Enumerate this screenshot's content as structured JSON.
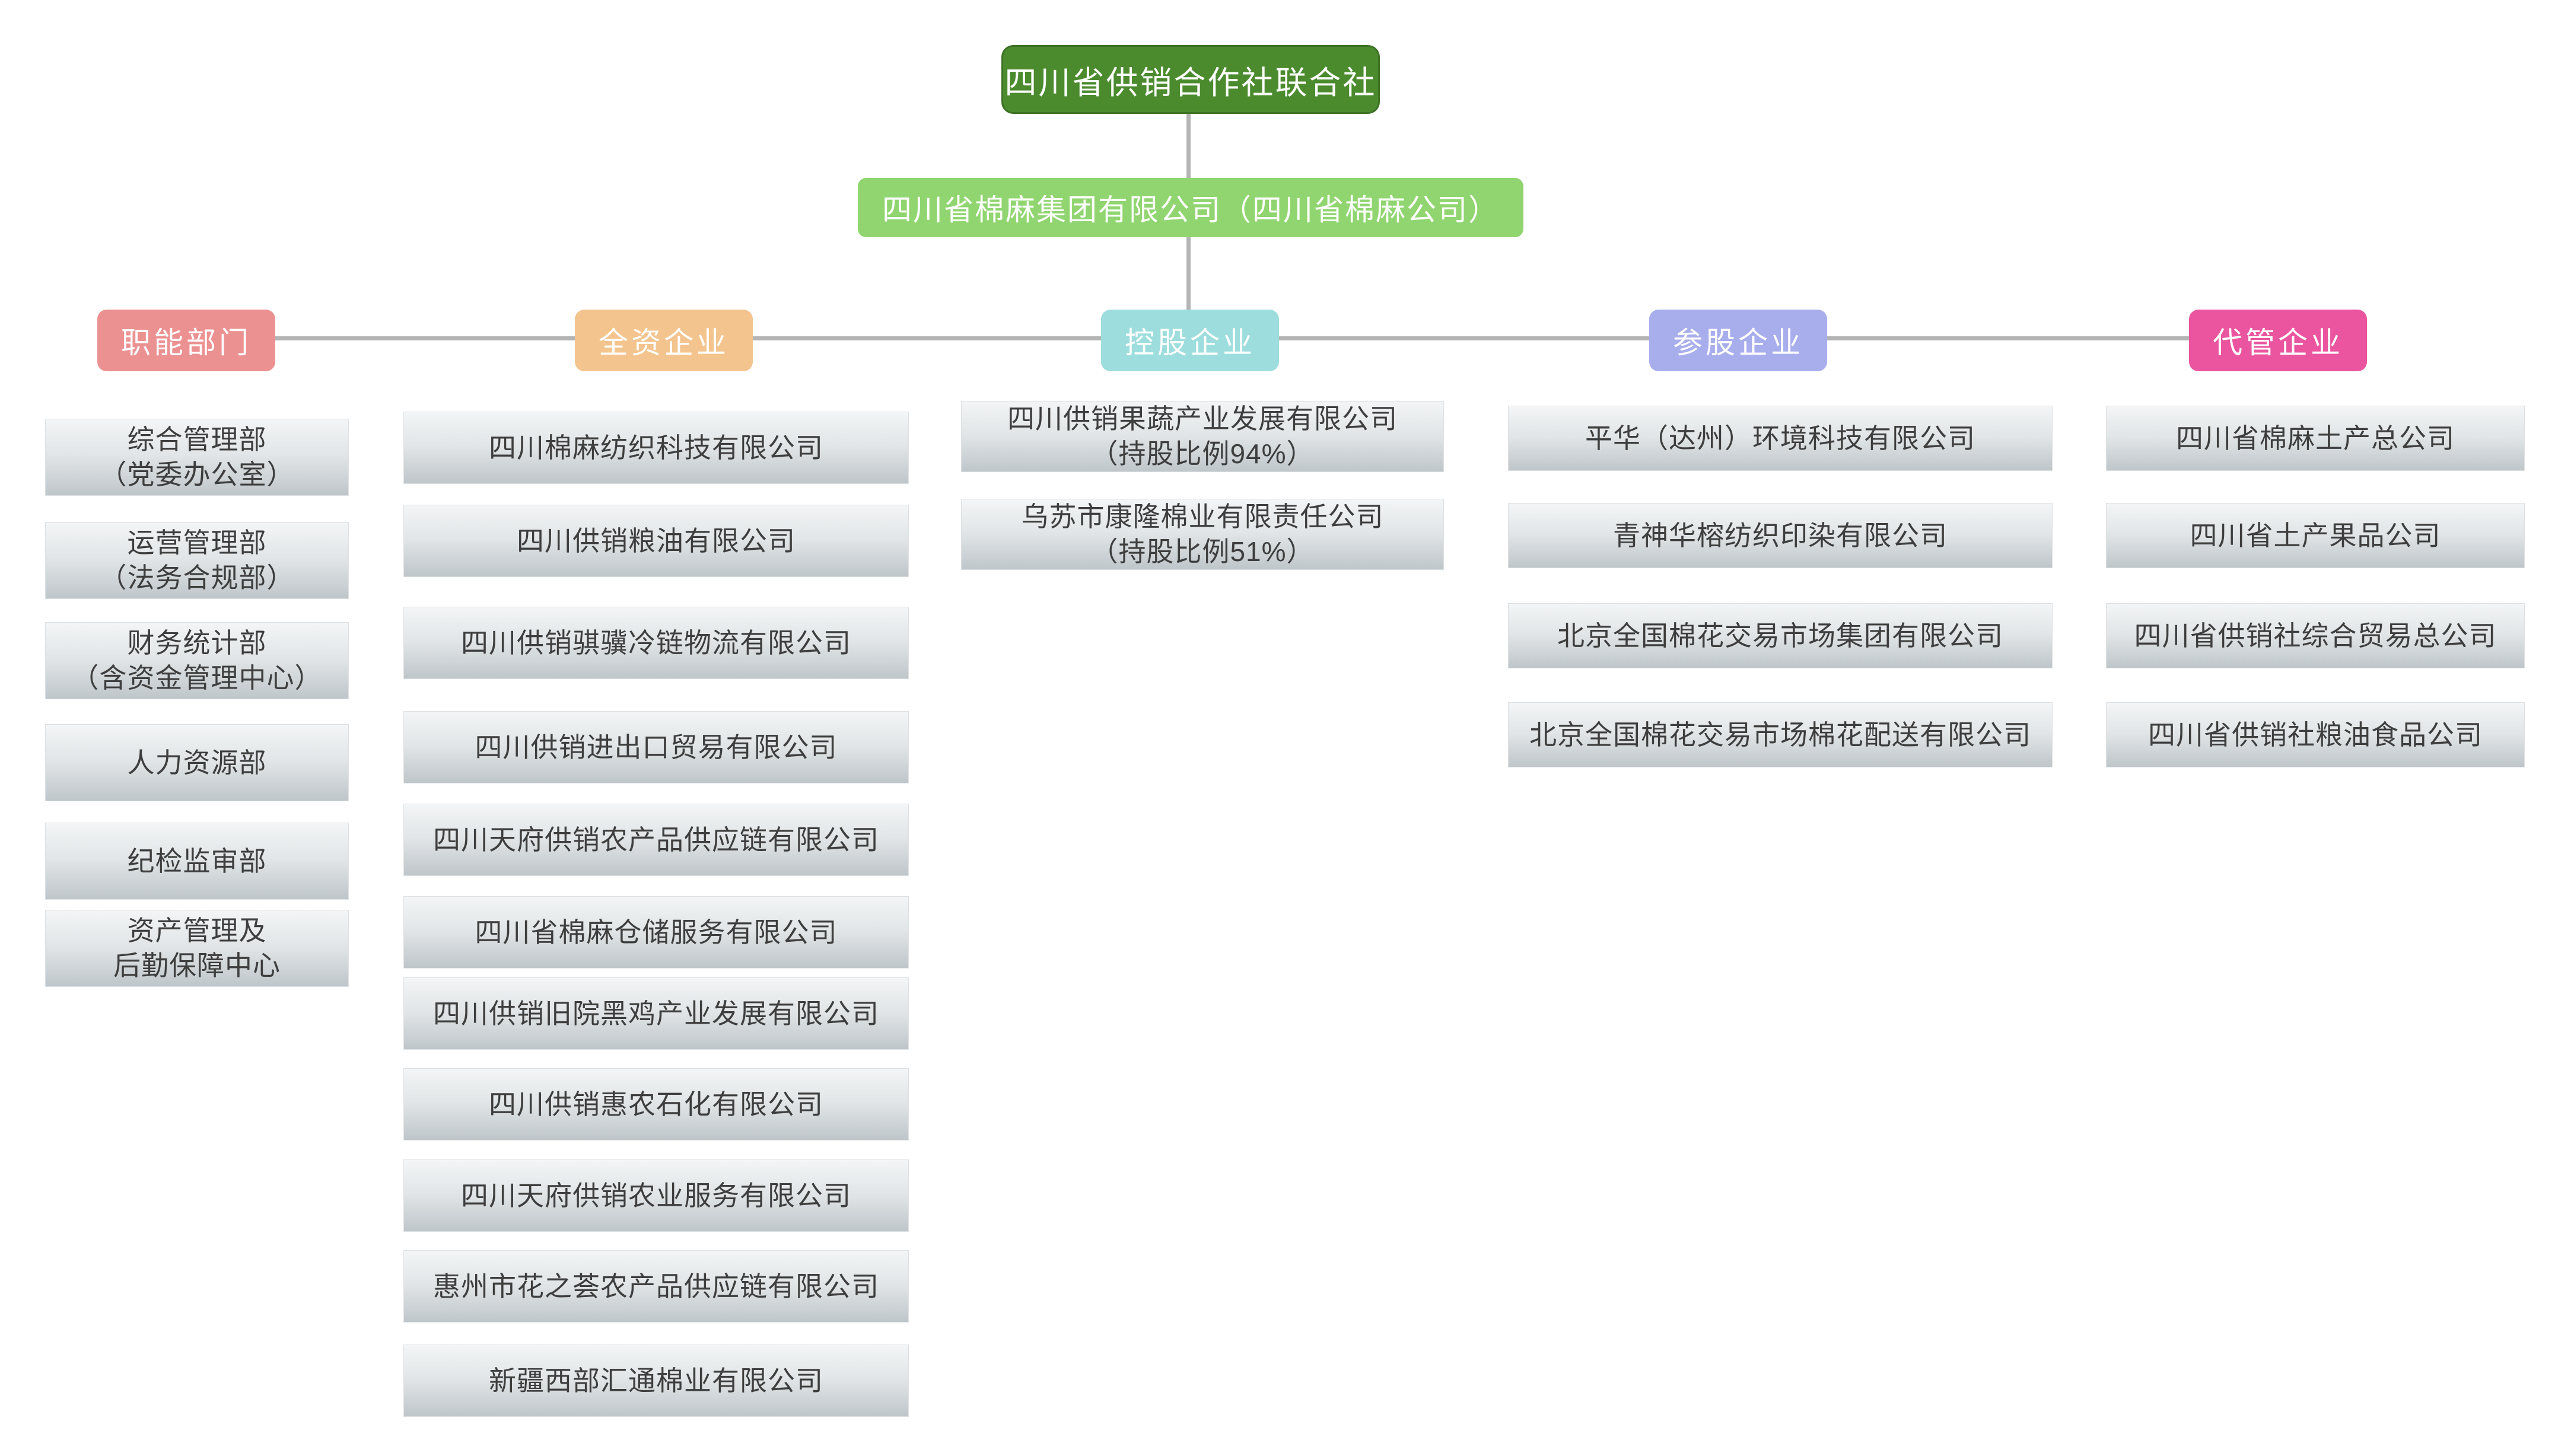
{
  "page": {
    "background": "#ffffff",
    "connector_color": "#b4b4b4"
  },
  "root": {
    "label": "四川省供销合作社联合社",
    "color": "#4b8b2e",
    "text_color": "#ffffff"
  },
  "group": {
    "label": "四川省棉麻集团有限公司（四川省棉麻公司）",
    "color": "#90d56f",
    "text_color": "#ffffff"
  },
  "categories": [
    {
      "label": "职能部门",
      "color": "#ec9191",
      "items": [
        "综合管理部\n（党委办公室）",
        "运营管理部\n（法务合规部）",
        "财务统计部\n（含资金管理中心）",
        "人力资源部",
        "纪检监审部",
        "资产管理及\n后勤保障中心"
      ]
    },
    {
      "label": "全资企业",
      "color": "#f4c48e",
      "items": [
        "四川棉麻纺织科技有限公司",
        "四川供销粮油有限公司",
        "四川供销骐骥冷链物流有限公司",
        "四川供销进出口贸易有限公司",
        "四川天府供销农产品供应链有限公司",
        "四川省棉麻仓储服务有限公司",
        "四川供销旧院黑鸡产业发展有限公司",
        "四川供销惠农石化有限公司",
        "四川天府供销农业服务有限公司",
        "惠州市花之荟农产品供应链有限公司",
        "新疆西部汇通棉业有限公司"
      ]
    },
    {
      "label": "控股企业",
      "color": "#9edddd",
      "items": [
        "四川供销果蔬产业发展有限公司\n（持股比例94%）",
        "乌苏市康隆棉业有限责任公司\n（持股比例51%）"
      ]
    },
    {
      "label": "参股企业",
      "color": "#a8aeec",
      "items": [
        "平华（达州）环境科技有限公司",
        "青神华榕纺织印染有限公司",
        "北京全国棉花交易市场集团有限公司",
        "北京全国棉花交易市场棉花配送有限公司"
      ]
    },
    {
      "label": "代管企业",
      "color": "#eb559f",
      "items": [
        "四川省棉麻土产总公司",
        "四川省土产果品公司",
        "四川省供销社综合贸易总公司",
        "四川省供销社粮油食品公司"
      ]
    }
  ]
}
